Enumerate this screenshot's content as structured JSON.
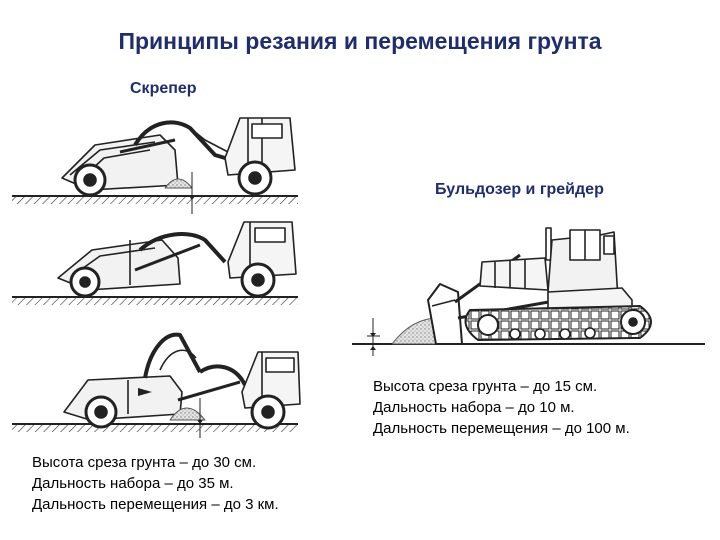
{
  "title": "Принципы резания и перемещения грунта",
  "scraper": {
    "heading": "Скрепер",
    "specs": [
      "Высота среза грунта – до 30 см.",
      "Дальность набора – до 35 м.",
      "Дальность перемещения – до 3 км."
    ]
  },
  "bulldozer": {
    "heading": "Бульдозер и грейдер",
    "specs": [
      "Высота среза грунта – до 15 см.",
      "Дальность набора – до 10 м.",
      "Дальность перемещения – до 100 м."
    ]
  },
  "colors": {
    "heading": "#1f2d6e",
    "line": "#222222"
  }
}
